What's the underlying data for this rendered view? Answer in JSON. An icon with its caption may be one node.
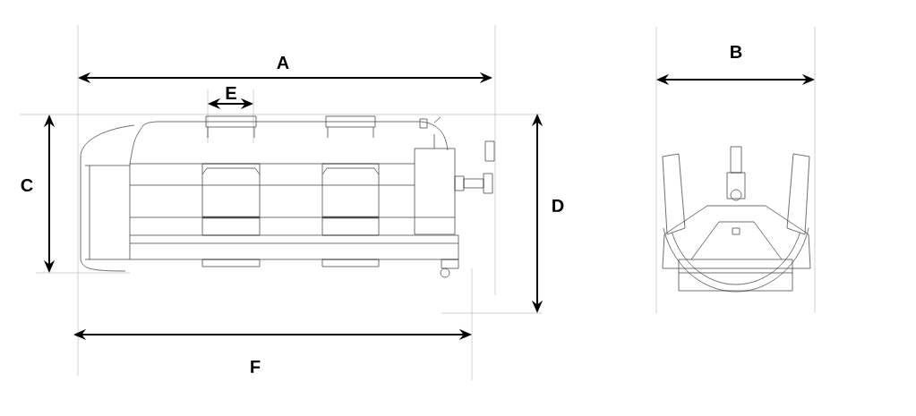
{
  "diagram": {
    "labels": [
      "A",
      "B",
      "E",
      "C",
      "D",
      "F"
    ]
  }
}
